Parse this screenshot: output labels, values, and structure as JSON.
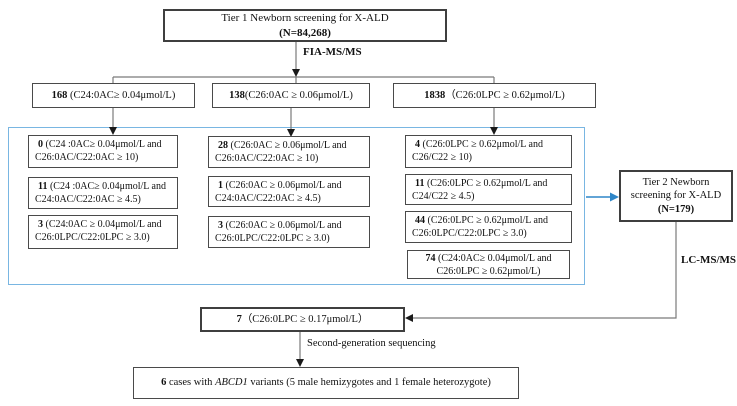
{
  "figure": "X-ALD newborn screening flowchart",
  "colors": {
    "box_border": "#4a4a4a",
    "blue_container_border": "#79b6e2",
    "blue_arrow": "#2e86c8",
    "connector_line": "#7a7a7a",
    "arrowhead": "#1a1a1a"
  },
  "tier1": {
    "line1": "Tier 1 Newborn screening for X-ALD",
    "line2": "(N=84,268)"
  },
  "labels": {
    "fia": "FIA-MS/MS",
    "lc": "LC-MS/MS",
    "seq": "Second-generation sequencing"
  },
  "row2": [
    {
      "num": "168",
      "text": " (C24:0AC≥ 0.04μmol/L)"
    },
    {
      "num": "138",
      "text": "(C26:0AC ≥ 0.06μmol/L)"
    },
    {
      "num": "1838",
      "text": "（C26:0LPC ≥ 0.62μmol/L)"
    }
  ],
  "col1": [
    {
      "num": "0",
      "l1": " (C24 :0AC≥ 0.04μmol/L and",
      "l2": "C26:0AC/C22:0AC ≥ 10)"
    },
    {
      "num": "11",
      "l1": " (C24 :0AC≥ 0.04μmol/L and",
      "l2": "C24:0AC/C22:0AC ≥ 4.5)"
    },
    {
      "num": "3",
      "l1": " (C24:0AC ≥ 0.04μmol/L and",
      "l2": "C26:0LPC/C22:0LPC ≥ 3.0)"
    }
  ],
  "col2": [
    {
      "num": "28",
      "l1": " (C26:0AC ≥ 0.06μmol/L and",
      "l2": "C26:0AC/C22:0AC ≥ 10)"
    },
    {
      "num": "1",
      "l1": " (C26:0AC ≥ 0.06μmol/L and",
      "l2": "C24:0AC/C22:0AC ≥ 4.5)"
    },
    {
      "num": "3",
      "l1": " (C26:0AC ≥ 0.06μmol/L and",
      "l2": "C26:0LPC/C22:0LPC ≥ 3.0)"
    }
  ],
  "col3": [
    {
      "num": "4",
      "l1": " (C26:0LPC ≥ 0.62μmol/L and",
      "l2": "C26/C22 ≥ 10)"
    },
    {
      "num": "11",
      "l1": " (C26:0LPC ≥ 0.62μmol/L and",
      "l2": "C24/C22 ≥ 4.5)"
    },
    {
      "num": "44",
      "l1": " (C26:0LPC ≥ 0.62μmol/L and",
      "l2": "C26:0LPC/C22:0LPC ≥ 3.0)"
    },
    {
      "num": "74",
      "l1": " (C24:0AC≥ 0.04μmol/L and",
      "l2": "C26:0LPC ≥ 0.62μmol/L)"
    }
  ],
  "tier2": {
    "line1": "Tier 2 Newborn",
    "line2": "screening for X-ALD",
    "line3": "(N=179)"
  },
  "result7": {
    "num": "7",
    "text": "（C26:0LPC ≥ 0.17μmol/L）"
  },
  "final": {
    "num": "6",
    "pre": " cases with ",
    "gene": "ABCD1",
    "post": "  variants (5 male hemizygotes and 1 female heterozygote)"
  }
}
